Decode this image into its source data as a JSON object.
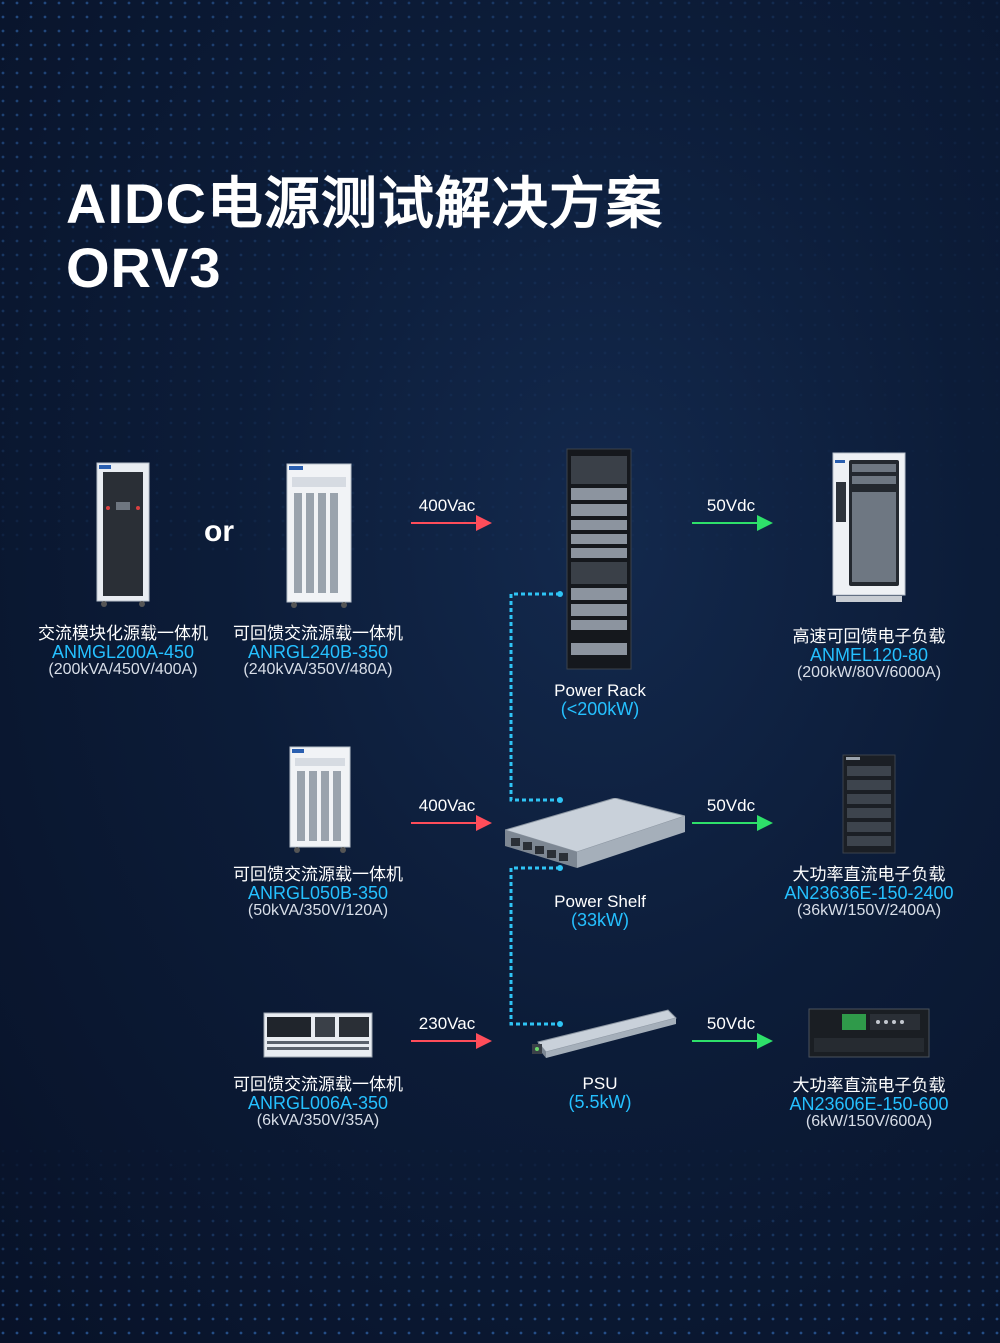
{
  "title": {
    "line1": "AIDC电源测试解决方案",
    "line2": "ORV3"
  },
  "or_text": "or",
  "sources": [
    {
      "name": "交流模块化源载一体机",
      "model": "ANMGL200A-450",
      "spec": "(200kVA/450V/400A)"
    },
    {
      "name": "可回馈交流源载一体机",
      "model": "ANRGL240B-350",
      "spec": "(240kVA/350V/480A)"
    },
    {
      "name": "可回馈交流源载一体机",
      "model": "ANRGL050B-350",
      "spec": "(50kVA/350V/120A)"
    },
    {
      "name": "可回馈交流源载一体机",
      "model": "ANRGL006A-350",
      "spec": "(6kVA/350V/35A)"
    }
  ],
  "duts": [
    {
      "name": "Power Rack",
      "rating": "(<200kW)"
    },
    {
      "name": "Power Shelf",
      "rating": "(33kW)"
    },
    {
      "name": "PSU",
      "rating": "(5.5kW)"
    }
  ],
  "loads": [
    {
      "name": "高速可回馈电子负载",
      "model": "ANMEL120-80",
      "spec": "(200kW/80V/6000A)"
    },
    {
      "name": "大功率直流电子负载",
      "model": "AN23636E-150-2400",
      "spec": "(36kW/150V/2400A)"
    },
    {
      "name": "大功率直流电子负载",
      "model": "AN23606E-150-600",
      "spec": "(6kW/150V/600A)"
    }
  ],
  "inputs": [
    "400Vac",
    "400Vac",
    "230Vac"
  ],
  "outputs": [
    "50Vdc",
    "50Vdc",
    "50Vdc"
  ],
  "colors": {
    "accent": "#25c0ff",
    "ac_arrow": "#ff4d5a",
    "dc_arrow": "#2ee06a",
    "link": "#2fc4f5"
  }
}
